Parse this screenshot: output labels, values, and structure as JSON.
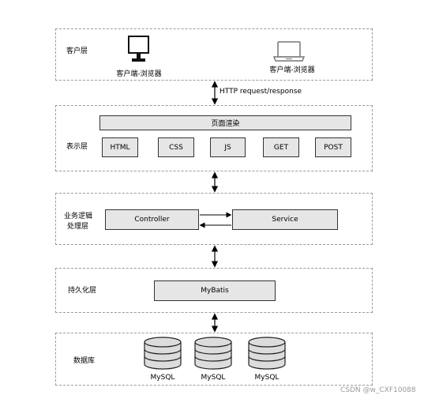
{
  "client_layer": {
    "label": "客户层",
    "clients": [
      {
        "icon": "desktop-monitor-icon",
        "caption": "客户端-浏览器"
      },
      {
        "icon": "laptop-icon",
        "caption": "客户端-浏览器"
      }
    ]
  },
  "http_label": "HTTP request/response",
  "presentation_layer": {
    "label": "表示层",
    "render_box": "页面渲染",
    "items": [
      "HTML",
      "CSS",
      "JS",
      "GET",
      "POST"
    ]
  },
  "business_layer": {
    "label_line1": "业务逻辑",
    "label_line2": "处理层",
    "controller": "Controller",
    "service": "Service"
  },
  "persistence_layer": {
    "label": "持久化层",
    "framework": "MyBatis"
  },
  "database_layer": {
    "label": "数据库",
    "databases": [
      "MySQL",
      "MySQL",
      "MySQL"
    ],
    "db_icon": "database-cylinder-icon"
  },
  "watermark": "CSDN @w_CXF10088"
}
